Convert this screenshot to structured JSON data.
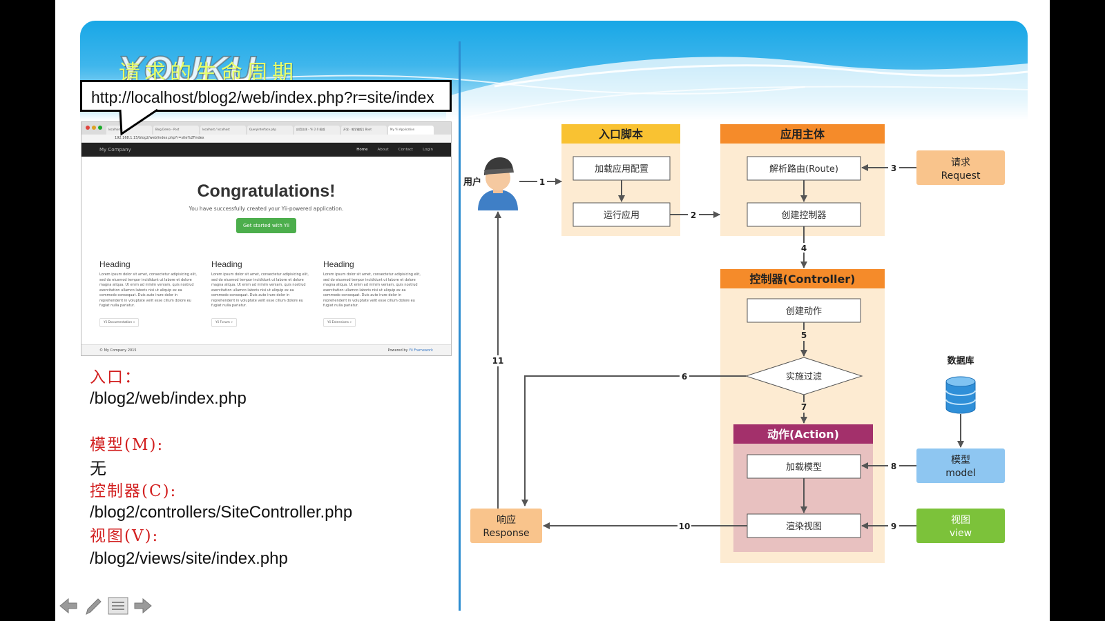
{
  "slide": {
    "title": "请求的生命周期",
    "watermark": "YOUKU",
    "url": "http://localhost/blog2/web/index.php?r=site/index"
  },
  "browser": {
    "tabs": [
      "localhost",
      "Blog Demo - Post",
      "localhost / localhost",
      "QueryInterface.php",
      "应用主体 - Yii 2.0 权威",
      "开发 · 唯学编程 | Boot",
      "My Yii Application"
    ],
    "address": "192.168.1.15/blog2/web/index.php?r=site%2Findex",
    "brand": "My Company",
    "nav": [
      "Home",
      "About",
      "Contact",
      "Login"
    ],
    "hero_title": "Congratulations!",
    "hero_lead": "You have successfully created your Yii-powered application.",
    "hero_button": "Get started with Yii",
    "columns": [
      {
        "heading": "Heading",
        "text": "Lorem ipsum dolor sit amet, consectetur adipisicing elit, sed do eiusmod tempor incididunt ut labore et dolore magna aliqua. Ut enim ad minim veniam, quis nostrud exercitation ullamco laboris nisi ut aliquip ex ea commodo consequat. Duis aute irure dolor in reprehenderit in voluptate velit esse cillum dolore eu fugiat nulla pariatur.",
        "link": "Yii Documentation »"
      },
      {
        "heading": "Heading",
        "text": "Lorem ipsum dolor sit amet, consectetur adipisicing elit, sed do eiusmod tempor incididunt ut labore et dolore magna aliqua. Ut enim ad minim veniam, quis nostrud exercitation ullamco laboris nisi ut aliquip ex ea commodo consequat. Duis aute irure dolor in reprehenderit in voluptate velit esse cillum dolore eu fugiat nulla pariatur.",
        "link": "Yii Forum »"
      },
      {
        "heading": "Heading",
        "text": "Lorem ipsum dolor sit amet, consectetur adipisicing elit, sed do eiusmod tempor incididunt ut labore et dolore magna aliqua. Ut enim ad minim veniam, quis nostrud exercitation ullamco laboris nisi ut aliquip ex ea commodo consequat. Duis aute irure dolor in reprehenderit in voluptate velit esse cillum dolore eu fugiat nulla pariatur.",
        "link": "Yii Extensions »"
      }
    ],
    "footer_left": "© My Company 2015",
    "footer_powered": "Powered by",
    "footer_link": "Yii Framework"
  },
  "mvc": {
    "entry_label": "入口：",
    "entry_path": "/blog2/web/index.php",
    "model_label": "模型(M):",
    "model_value": "无",
    "controller_label": "控制器(C):",
    "controller_path": "/blog2/controllers/SiteController.php",
    "view_label": "视图(V):",
    "view_path": "/blog2/views/site/index.php"
  },
  "diagram": {
    "user_label": "用户",
    "entry_script": {
      "header": "入口脚本",
      "load_config": "加载应用配置",
      "run_app": "运行应用"
    },
    "application": {
      "header": "应用主体",
      "parse_route": "解析路由(Route)",
      "create_controller": "创建控制器"
    },
    "request": {
      "line1": "请求",
      "line2": "Request"
    },
    "controller": {
      "header": "控制器(Controller)",
      "create_action": "创建动作",
      "filter": "实施过滤"
    },
    "action": {
      "header": "动作(Action)",
      "load_model": "加载模型",
      "render_view": "渲染视图"
    },
    "database_label": "数据库",
    "model": {
      "line1": "模型",
      "line2": "model"
    },
    "view": {
      "line1": "视图",
      "line2": "view"
    },
    "response": {
      "line1": "响应",
      "line2": "Response"
    },
    "steps": [
      "1",
      "2",
      "3",
      "4",
      "5",
      "6",
      "7",
      "8",
      "9",
      "10",
      "11"
    ],
    "colors": {
      "entry_header": "#f9c232",
      "app_header": "#f58b2a",
      "panel_bg": "#fdebd2",
      "action_header": "#a3306b",
      "action_bg": "#e8c1c0",
      "request_box": "#f9c48c",
      "model_box": "#8ec6f1",
      "view_box": "#7cc23a",
      "response_box": "#f9c48c",
      "database": "#2f8fd8"
    }
  },
  "nav_icons": [
    "arrow-left-icon",
    "pen-icon",
    "menu-icon",
    "arrow-right-icon"
  ]
}
